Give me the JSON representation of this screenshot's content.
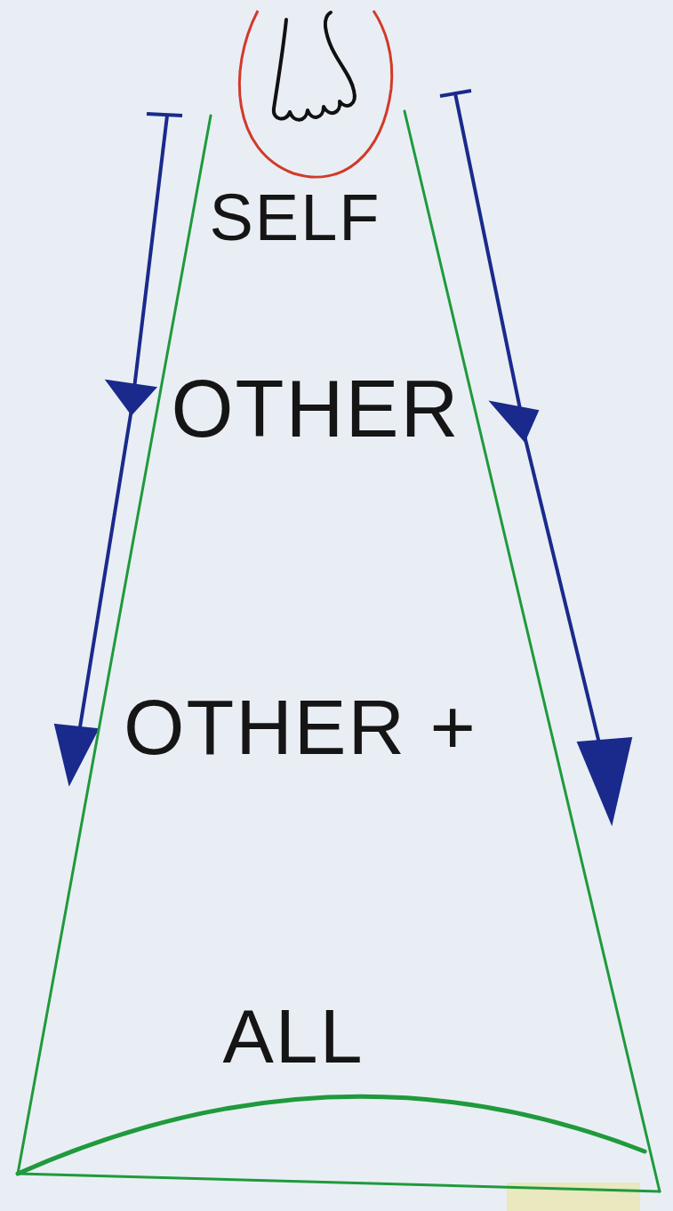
{
  "diagram": {
    "nodes": [
      {
        "text": [
          "SELF",
          "OTHER",
          "OTHER +",
          "ALL"
        ]
      }
    ]
  }
}
